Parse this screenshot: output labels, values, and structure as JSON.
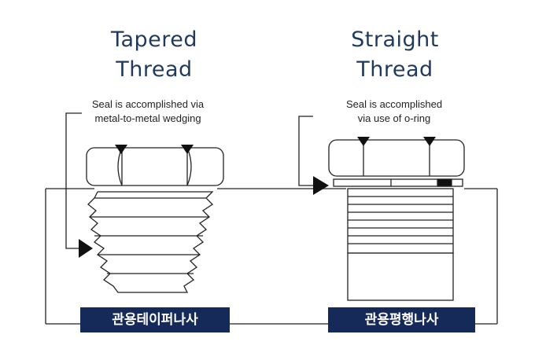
{
  "tapered": {
    "title_line1": "Tapered",
    "title_line2": "Thread",
    "note_line1": "Seal is accomplished via",
    "note_line2": "metal-to-metal wedging",
    "label": "관용테이퍼나사"
  },
  "straight": {
    "title_line1": "Straight",
    "title_line2": "Thread",
    "note_line1": "Seal is accomplished",
    "note_line2": "via use of o-ring",
    "label": "관용평행나사"
  },
  "colors": {
    "title": "#1f3a5c",
    "badge": "#162a5a",
    "line": "#222222"
  }
}
